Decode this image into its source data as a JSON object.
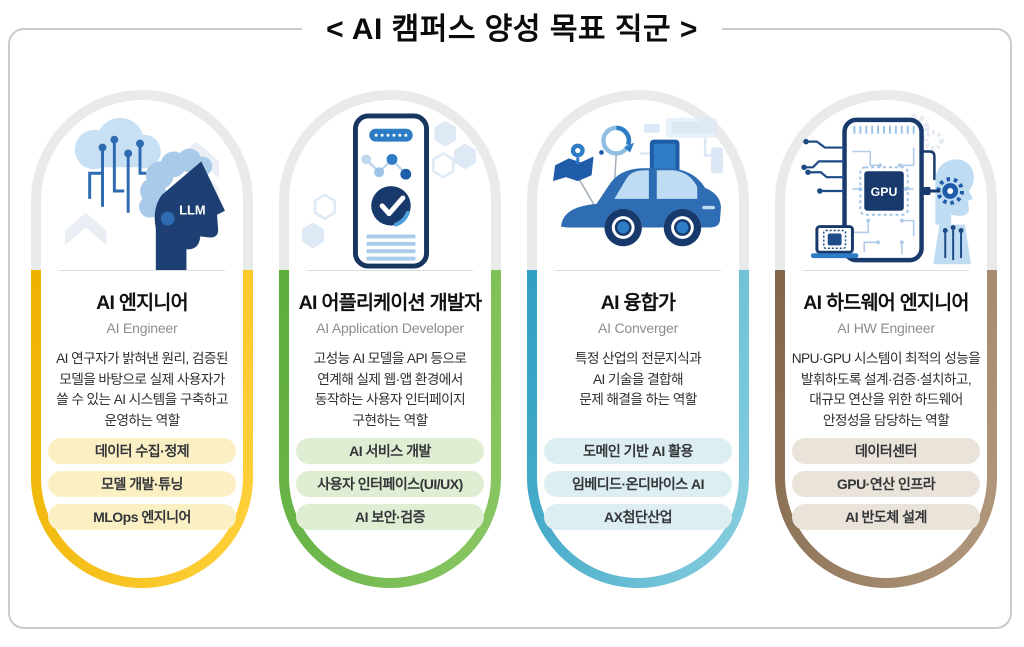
{
  "page_title": "<  AI 캠퍼스 양성 목표 직군  >",
  "cards": [
    {
      "title": "AI 엔지니어",
      "subtitle": "AI Engineer",
      "description": "AI 연구자가 밝혀낸 원리, 검증된\n모델을 바탕으로 실제 사용자가\n쓸 수 있는 AI 시스템을 구축하고\n운영하는 역할",
      "tags": [
        "데이터 수집·정제",
        "모델 개발·튜닝",
        "MLOps 엔지니어"
      ],
      "illustration": "llm-head",
      "illustration_label": "LLM",
      "colors": {
        "b1": "#eeb200",
        "b2": "#ffd23e",
        "tag": "#fbf0c4"
      }
    },
    {
      "title": "AI 어플리케이션 개발자",
      "subtitle": "AI Application Developer",
      "description": "고성능 AI 모델을 API 등으로\n연계해 실제 웹·앱 환경에서\n동작하는 사용자 인터페이지\n구현하는 역할",
      "tags": [
        "AI 서비스 개발",
        "사용자 인터페이스(UI/UX)",
        "AI 보안·검증"
      ],
      "illustration": "app-phone",
      "illustration_label": "",
      "colors": {
        "b1": "#5dad3c",
        "b2": "#8cc865",
        "tag": "#dfedd2"
      }
    },
    {
      "title": "AI 융합가",
      "subtitle": "AI Converger",
      "description": "특정 산업의 전문지식과\nAI 기술을 결합해\n문제 해결을 하는 역할",
      "tags": [
        "도메인 기반 AI 활용",
        "임베디드·온디바이스 AI",
        "AX첨단산업"
      ],
      "illustration": "ai-car",
      "illustration_label": "",
      "colors": {
        "b1": "#2f9fc2",
        "b2": "#8bd0e0",
        "tag": "#dceef1"
      }
    },
    {
      "title": "AI 하드웨어 엔지니어",
      "subtitle": "AI HW Engineer",
      "description": "NPU·GPU 시스템이 최적의 성능을\n발휘하도록 설계·검증·설치하고,\n대규모 연산을 위한 하드웨어\n안정성을 담당하는 역할",
      "tags": [
        "데이터센터",
        "GPU·연산 인프라",
        "AI 반도체 설계"
      ],
      "illustration": "gpu-board",
      "illustration_label": "GPU",
      "colors": {
        "b1": "#81664a",
        "b2": "#b49b80",
        "tag": "#eae3d9"
      }
    }
  ]
}
